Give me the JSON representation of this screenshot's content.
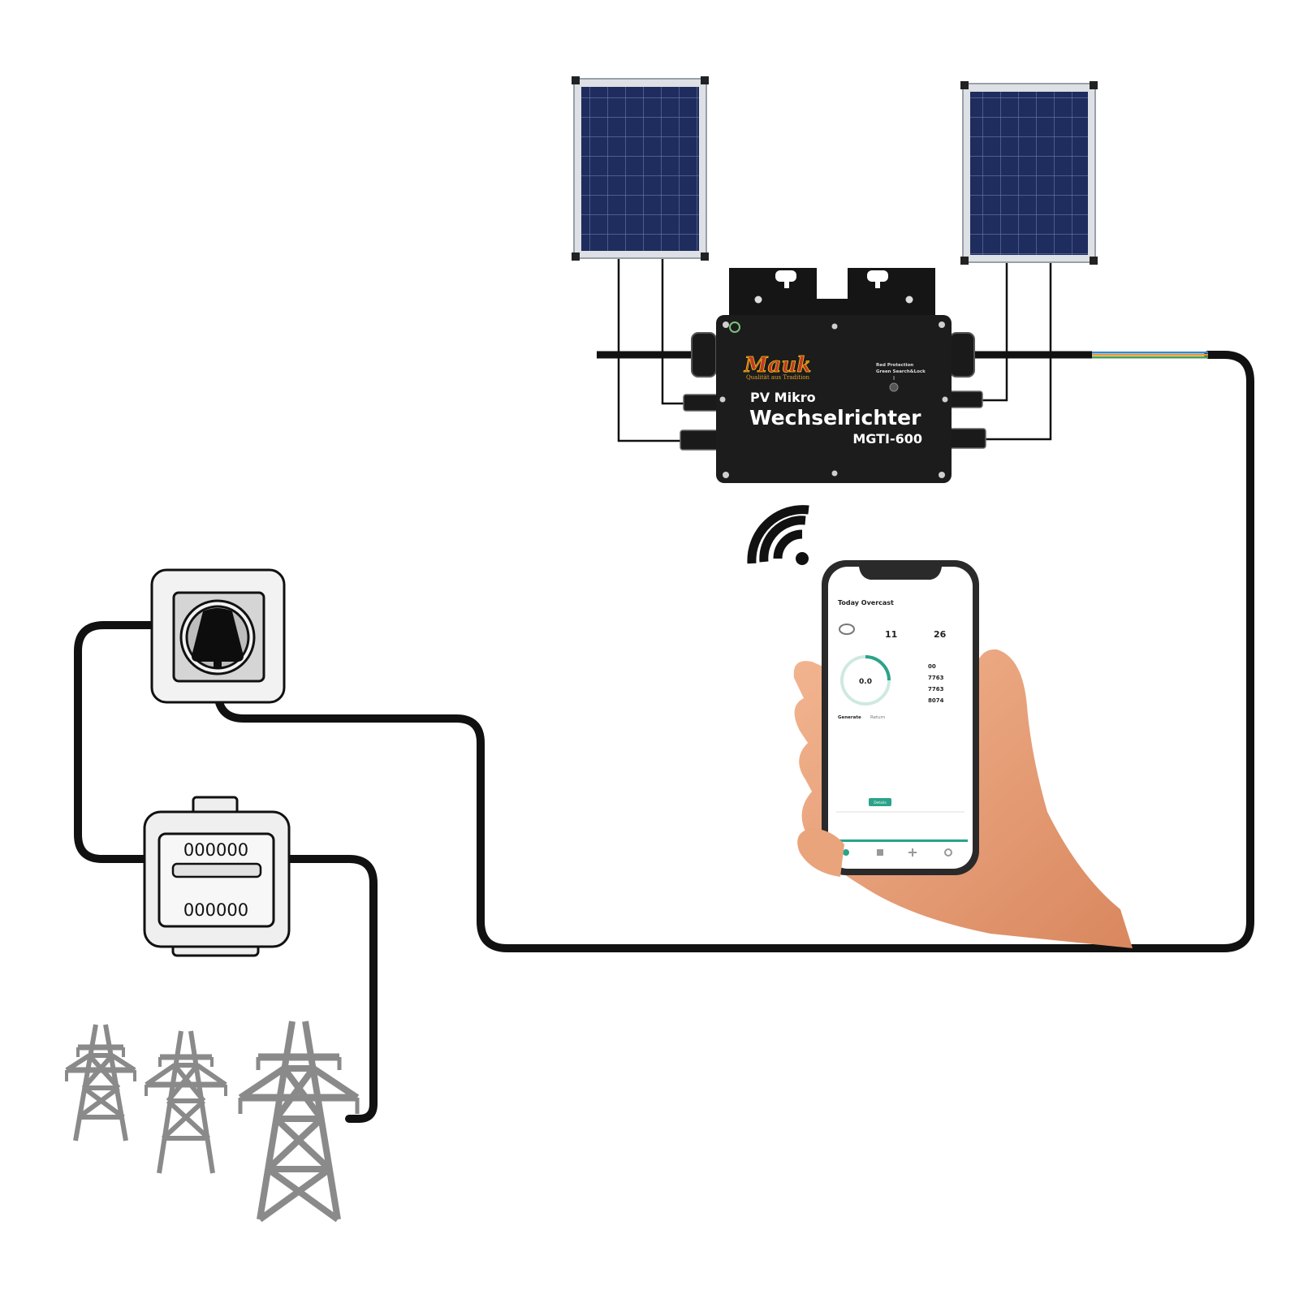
{
  "inverter": {
    "brand": "Mauk",
    "brand_tagline": "Qualität aus Tradition",
    "line1": "PV Mikro",
    "line2": "Wechselrichter",
    "model": "MGTI-600",
    "led_line1": "Red Protection",
    "led_line2": "Green Search&Lock",
    "led_line3": "I"
  },
  "meter": {
    "reading_top": "000000",
    "reading_bottom": "000000"
  },
  "phone_app": {
    "header_title": "Today Overcast",
    "gauge_value": "0.0",
    "tab_left": "Generate",
    "tab_right": "Return",
    "stat_1": "11",
    "stat_2": "26",
    "reading_1": "00",
    "reading_2": "7763",
    "reading_3": "7763",
    "reading_4": "8074",
    "chart_button": "Details"
  },
  "colors": {
    "cable": "#111111",
    "panel_cell": "#1e2a5a",
    "panel_frame": "#d9dde2",
    "inverter_body": "#1c1c1c",
    "tower": "#8c8c8c",
    "socket_plate": "#eeeeee",
    "app_accent": "#2aa38a",
    "skin": "#e8a27a"
  }
}
